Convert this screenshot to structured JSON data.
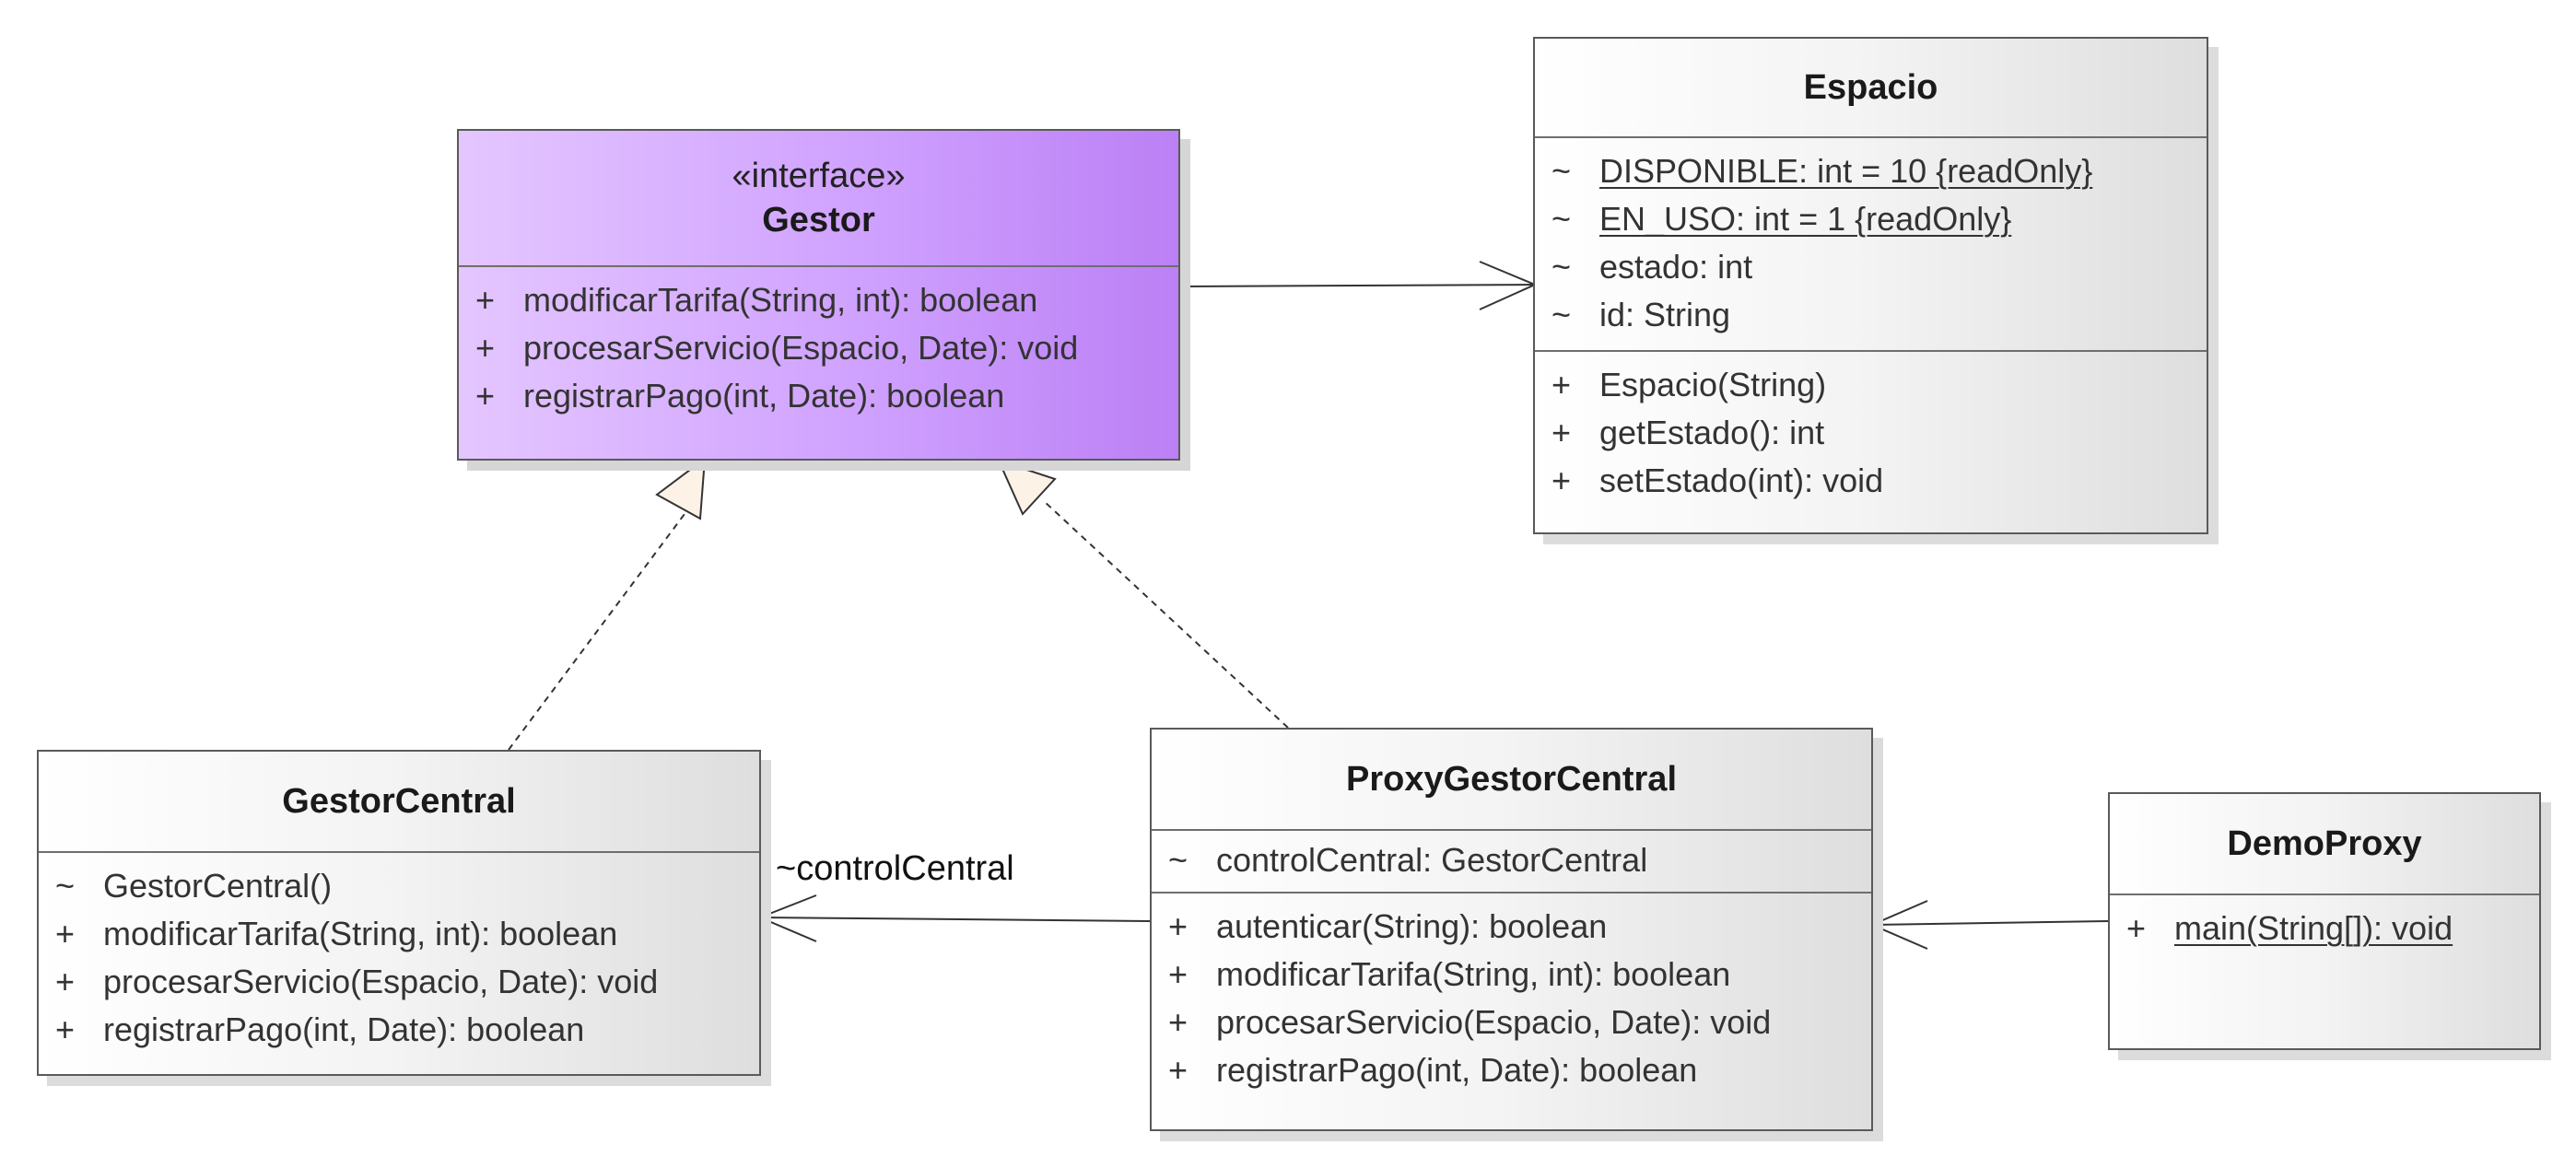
{
  "classes": {
    "gestor": {
      "stereotype": "«interface»",
      "name": "Gestor",
      "operations": [
        {
          "vis": "+",
          "text": "modificarTarifa(String, int): boolean"
        },
        {
          "vis": "+",
          "text": "procesarServicio(Espacio, Date): void"
        },
        {
          "vis": "+",
          "text": "registrarPago(int, Date): boolean"
        }
      ]
    },
    "espacio": {
      "name": "Espacio",
      "attributes": [
        {
          "vis": "~",
          "text": "DISPONIBLE: int = 10 {readOnly}",
          "static": true
        },
        {
          "vis": "~",
          "text": "EN_USO: int = 1 {readOnly}",
          "static": true
        },
        {
          "vis": "~",
          "text": "estado: int",
          "static": false
        },
        {
          "vis": "~",
          "text": "id: String",
          "static": false
        }
      ],
      "operations": [
        {
          "vis": "+",
          "text": "Espacio(String)"
        },
        {
          "vis": "+",
          "text": "getEstado(): int"
        },
        {
          "vis": "+",
          "text": "setEstado(int): void"
        }
      ]
    },
    "gestorCentral": {
      "name": "GestorCentral",
      "operations": [
        {
          "vis": "~",
          "text": "GestorCentral()"
        },
        {
          "vis": "+",
          "text": "modificarTarifa(String, int): boolean"
        },
        {
          "vis": "+",
          "text": "procesarServicio(Espacio, Date): void"
        },
        {
          "vis": "+",
          "text": "registrarPago(int, Date): boolean"
        }
      ]
    },
    "proxy": {
      "name": "ProxyGestorCentral",
      "attributes": [
        {
          "vis": "~",
          "text": "controlCentral: GestorCentral",
          "static": false
        }
      ],
      "operations": [
        {
          "vis": "+",
          "text": "autenticar(String): boolean"
        },
        {
          "vis": "+",
          "text": "modificarTarifa(String, int): boolean"
        },
        {
          "vis": "+",
          "text": "procesarServicio(Espacio, Date): void"
        },
        {
          "vis": "+",
          "text": "registrarPago(int, Date): boolean"
        }
      ]
    },
    "demo": {
      "name": "DemoProxy",
      "operations": [
        {
          "vis": "+",
          "text": "main(String[]): void",
          "static": true
        }
      ]
    }
  },
  "relations": {
    "proxy_to_gestorCentral_role": "~controlCentral"
  }
}
